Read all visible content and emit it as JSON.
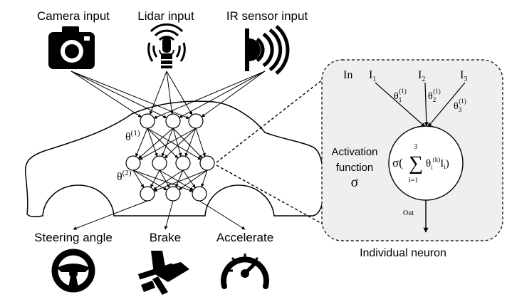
{
  "inputs": {
    "camera": "Camera input",
    "lidar": "Lidar input",
    "ir": "IR sensor input"
  },
  "weights": {
    "theta": "θ",
    "layer1": "(1)",
    "layer2": "(2)"
  },
  "outputs": {
    "steering": "Steering angle",
    "brake": "Brake",
    "accelerate": "Accelerate"
  },
  "neuron_panel": {
    "caption": "Individual neuron",
    "in_label": "In",
    "i_letter": "I",
    "i1_sub": "1",
    "i2_sub": "2",
    "i3_sub": "3",
    "w1_sub": "1",
    "w2_sub": "2",
    "w3_sub": "3",
    "w_sup": "(1)",
    "activation_line1": "Activation",
    "activation_line2": "function",
    "sigma": "σ",
    "formula_open": "σ(",
    "sum_symbol": "∑",
    "sum_top": "3",
    "sum_bottom": "i=1",
    "theta_i": "θ",
    "sub_i": "i",
    "sup_k": "(k)",
    "term_I": "I",
    "term_close": ")",
    "out_label": "Out"
  },
  "icons": [
    "camera-icon",
    "lidar-icon",
    "ir-sensor-icon",
    "steering-wheel-icon",
    "brake-pedal-icon",
    "speedometer-icon"
  ]
}
